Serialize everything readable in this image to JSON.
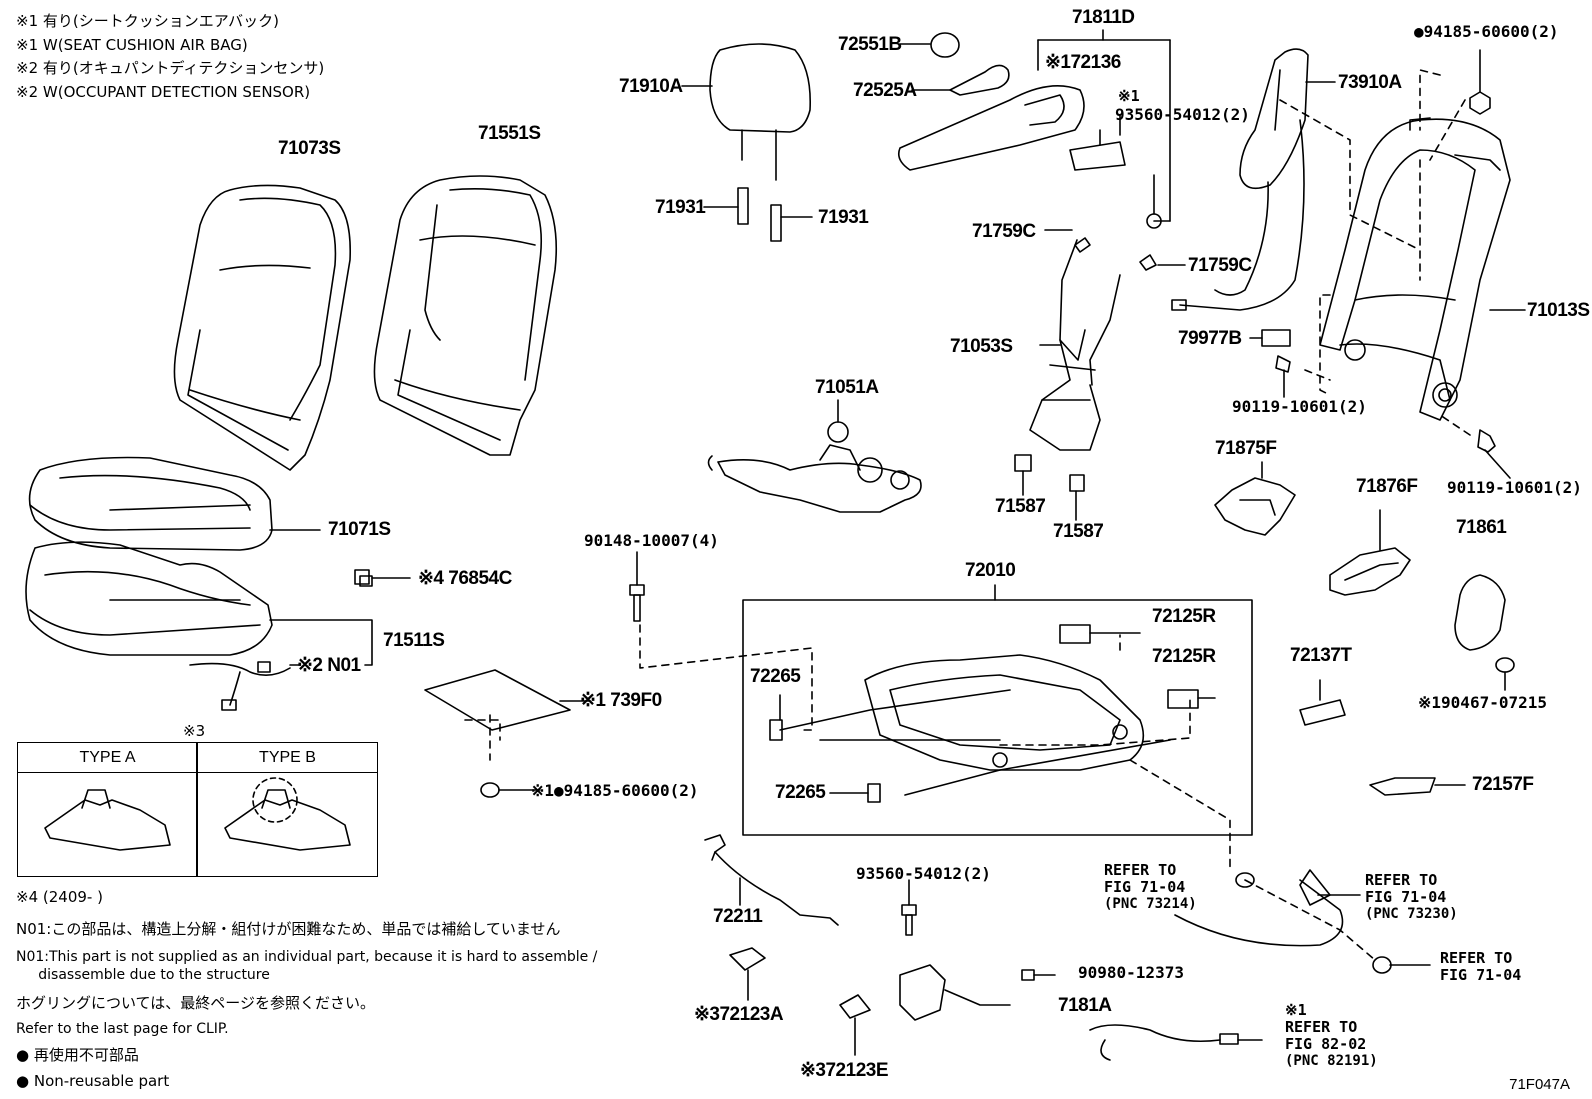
{
  "header_notes": [
    "※1 有り(シートクッションエアバック)",
    "※1 W(SEAT CUSHION AIR BAG)",
    "※2 有り(オキュパントディテクションセンサ)",
    "※2 W(OCCUPANT DETECTION SENSOR)"
  ],
  "parts": {
    "p71073S": "71073S",
    "p71551S": "71551S",
    "p71071S": "71071S",
    "p76854C": "※4 76854C",
    "p71511S": "71511S",
    "pN01": "※2 N01",
    "p71910A": "71910A",
    "p71931a": "71931",
    "p71931b": "71931",
    "p72551B": "72551B",
    "p72525A": "72525A",
    "p71811D": "71811D",
    "p72136": "※172136",
    "p93560a_mark": "※1",
    "p93560a": "93560-54012(2)",
    "p94185top": "●94185-60600(2)",
    "p73910A": "73910A",
    "p71759C_a": "71759C",
    "p71759C_b": "71759C",
    "p71053S": "71053S",
    "p79977B": "79977B",
    "p71013S": "71013S",
    "p90119a": "90119-10601(2)",
    "p90119b": "90119-10601(2)",
    "p71051A": "71051A",
    "p71587a": "71587",
    "p71587b": "71587",
    "p71875F": "71875F",
    "p71876F": "71876F",
    "p71861": "71861",
    "p90148": "90148-10007(4)",
    "p72010": "72010",
    "p72125R_a": "72125R",
    "p72125R_b": "72125R",
    "p72137T": "72137T",
    "p90467": "※190467-07215",
    "p739F0": "※1 739F0",
    "p94185mid": "※1●94185-60600(2)",
    "p72265a": "72265",
    "p72265b": "72265",
    "p72157F": "72157F",
    "p72211": "72211",
    "p93560b": "93560-54012(2)",
    "p90980": "90980-12373",
    "p7181A": "7181A",
    "p72123A": "※372123A",
    "p72123E": "※372123E"
  },
  "refers": {
    "r1": [
      "REFER TO",
      "FIG 71-04",
      "(PNC 73214)"
    ],
    "r2": [
      "REFER TO",
      "FIG 71-04",
      "(PNC 73230)"
    ],
    "r3": [
      "REFER TO",
      "FIG 71-04"
    ],
    "r4_mark": "※1",
    "r4": [
      "REFER TO",
      "FIG 82-02",
      "(PNC 82191)"
    ]
  },
  "type_box": {
    "mark": "※3",
    "type_a": "TYPE A",
    "type_b": "TYPE B",
    "note4": "※4 (2409-        )"
  },
  "footer_notes": [
    "N01:この部品は、構造上分解・組付けが困難なため、単品では補給していません",
    "N01:This part is not supplied as an individual part, because it is hard to assemble /",
    "     disassemble due to the structure",
    "ホグリングについては、最終ページを参照ください。",
    "Refer to the last page for CLIP.",
    "● 再使用不可部品",
    "● Non-reusable part"
  ],
  "figure_code": "71F047A"
}
